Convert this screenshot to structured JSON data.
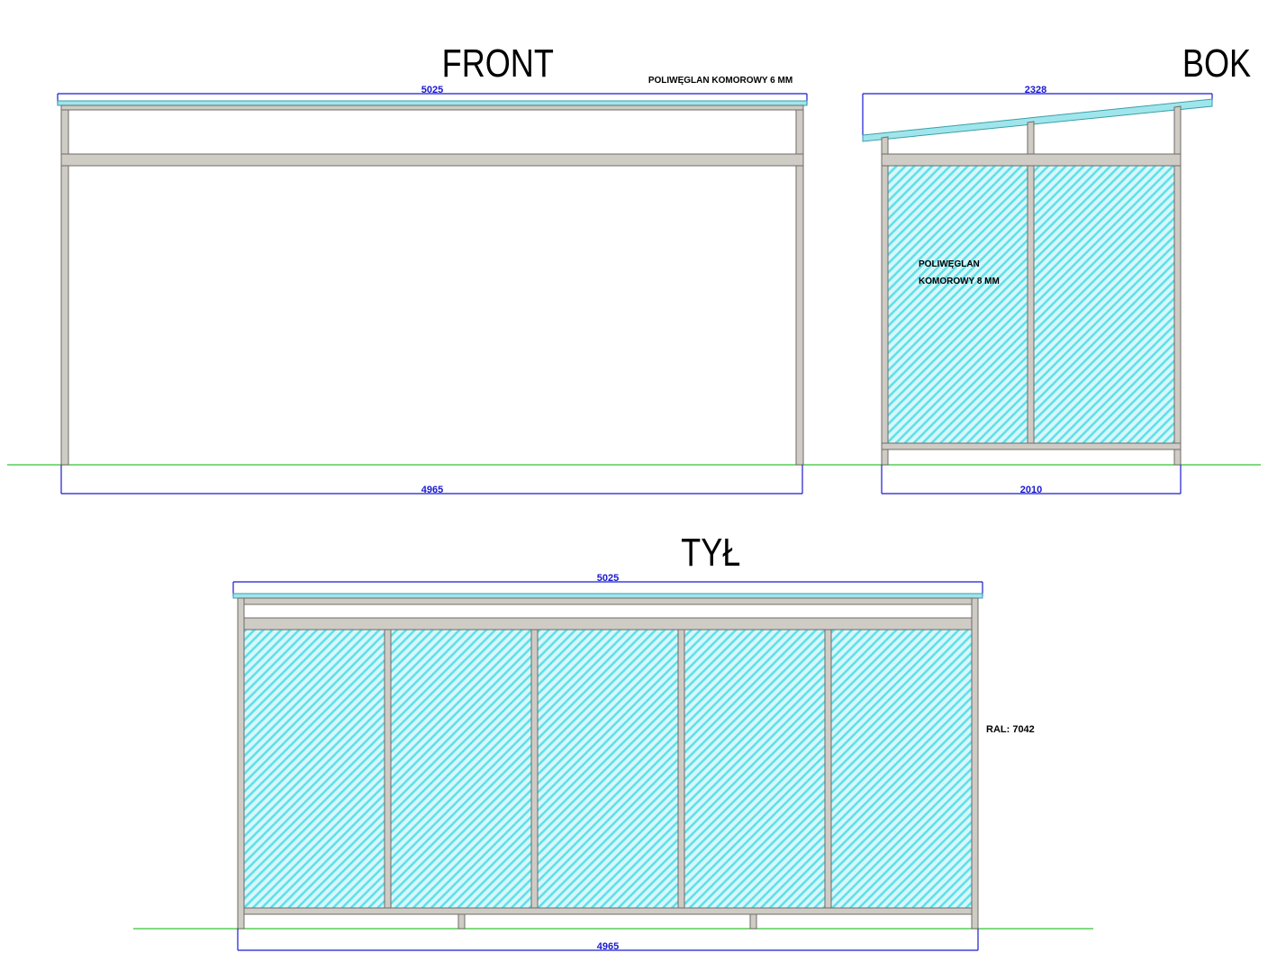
{
  "views": {
    "front": {
      "title": "FRONT",
      "top_dimension": "5025",
      "bottom_dimension": "4965",
      "roof_note": "POLIWĘGLAN KOMOROWY 6 MM"
    },
    "side": {
      "title": "BOK",
      "top_dimension": "2328",
      "bottom_dimension": "2010",
      "panel_note_line1": "POLIWĘGLAN",
      "panel_note_line2": "KOMOROWY 8 MM"
    },
    "back": {
      "title": "TYŁ",
      "top_dimension": "5025",
      "bottom_dimension": "4965",
      "color_note": "RAL: 7042"
    }
  },
  "colors": {
    "frame": "#cfcbc5",
    "glass_hatch": "#5fe0ea",
    "dimension": "#1a1ad0",
    "ground": "#35c435"
  }
}
